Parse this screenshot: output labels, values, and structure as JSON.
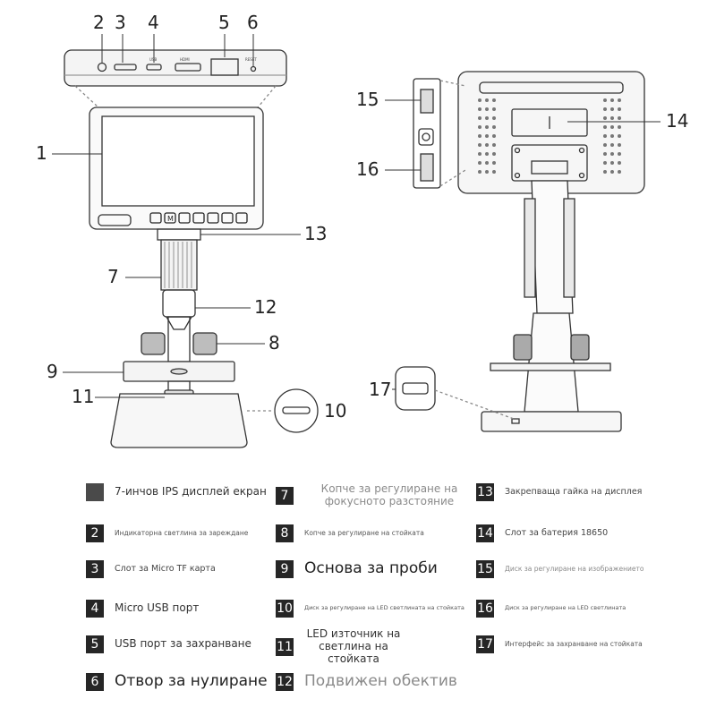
{
  "callouts": [
    "1",
    "2",
    "3",
    "4",
    "5",
    "6",
    "7",
    "8",
    "9",
    "10",
    "11",
    "12",
    "13",
    "14",
    "15",
    "16",
    "17"
  ],
  "device_labels": {
    "usb": "USB",
    "hdmi": "HDMI",
    "reset": "RESET",
    "menu_key": "M"
  },
  "legend": [
    {
      "num": "",
      "text": "7-инчов IPS дисплей екран"
    },
    {
      "num": "2",
      "text": "Индикаторна светлина за зареждане"
    },
    {
      "num": "3",
      "text": "Слот за Micro TF карта"
    },
    {
      "num": "4",
      "text": "Micro USB порт"
    },
    {
      "num": "5",
      "text": "USB порт за захранване"
    },
    {
      "num": "6",
      "text": "Отвор за нулиране"
    },
    {
      "num": "7",
      "text": "Копче за регулиране на фокусното разстояние"
    },
    {
      "num": "8",
      "text": "Копче за регулиране на стойката"
    },
    {
      "num": "9",
      "text": "Основа за проби"
    },
    {
      "num": "10",
      "text": "Диск за регулиране на LED светлината на стойката"
    },
    {
      "num": "11",
      "text": "LED източник на светлина на стойката"
    },
    {
      "num": "12",
      "text": "Подвижен обектив"
    },
    {
      "num": "13",
      "text": "Закрепваща гайка на дисплея"
    },
    {
      "num": "14",
      "text": "Слот за батерия 18650"
    },
    {
      "num": "15",
      "text": "Диск за регулиране на изображението"
    },
    {
      "num": "16",
      "text": "Диск за регулиране на LED светлината"
    },
    {
      "num": "17",
      "text": "Интерфейс за захранване на стойката"
    }
  ]
}
